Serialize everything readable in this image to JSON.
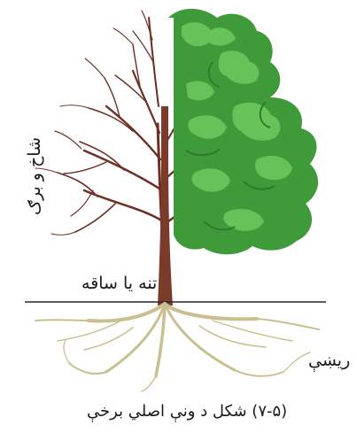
{
  "labels": {
    "branches_leaves": "شاخ و برګ",
    "trunk": "تنه يا ساقه",
    "roots": "ريښې",
    "caption": "(۷-۵) شکل د ونې اصلي برخې"
  },
  "colors": {
    "trunk": "#7a3b2a",
    "branch": "#6e2e22",
    "foliage": "#3f9a3a",
    "foliage_light": "#68c25a",
    "foliage_dark": "#2d7a2a",
    "roots": "#c9bf8f",
    "ground_line": "#2a2a2a"
  }
}
